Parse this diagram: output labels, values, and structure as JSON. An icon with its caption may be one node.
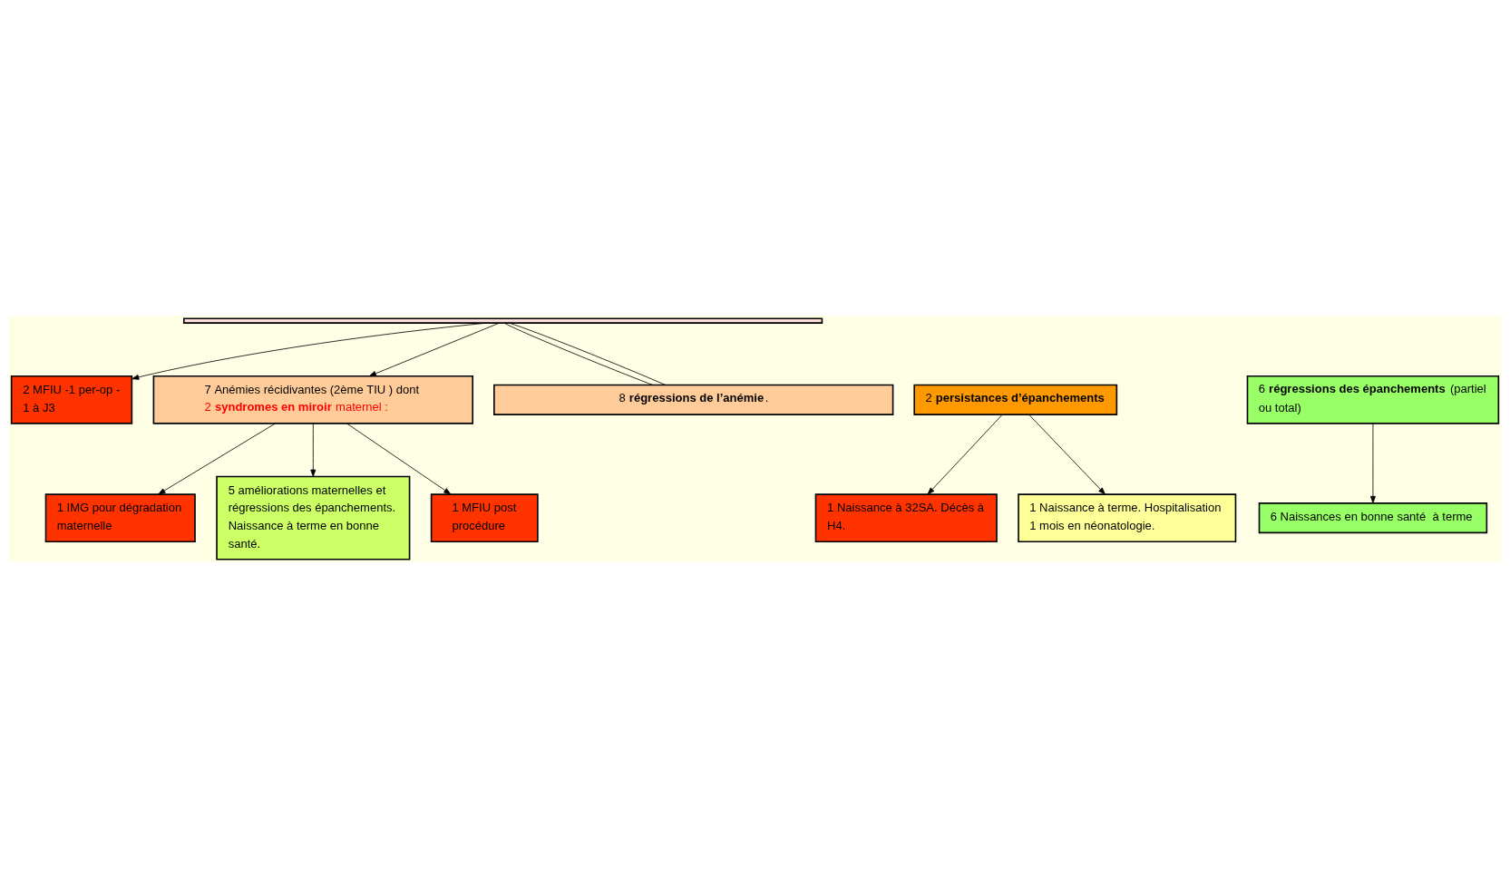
{
  "diagram": {
    "nodes": [
      {
        "text": [],
        "shape": "bar"
      },
      {
        "text": [
          "2 MFIU -1 per-op - 1 à J3"
        ]
      },
      {
        "text": [
          "7 Anémies récidivantes (2ème TIU ) dont",
          "2 **syndromes en miroir** maternel :"
        ]
      },
      {
        "text": [
          "1 IMG pour dégradation maternelle"
        ]
      },
      {
        "text": [
          "5 améliorations maternelles et régressions des épanchements. Naissance à terme en bonne santé."
        ]
      },
      {
        "text": [
          "1 MFIU post procédure"
        ]
      },
      {
        "text": [
          "8 **régressions de l’anémie**."
        ]
      },
      {
        "text": [
          "2 **persistances d’épanchements**"
        ]
      },
      {
        "text": [
          "6 **régressions des épanchements** (partiel ou total)"
        ]
      },
      {
        "text": [
          "1 Naissance à 32SA. Décès à H4."
        ]
      },
      {
        "text": [
          "1 Naissance à terme. Hospitalisation 1 mois en néonatologie."
        ]
      },
      {
        "text": [
          "6 Naissances en bonne santé  à terme"
        ]
      }
    ],
    "edges": [
      {
        "from": 0,
        "to": 2,
        "arrow": "to"
      },
      {
        "from": 0,
        "to": 1,
        "arrow": "to"
      },
      {
        "from": 0,
        "to": 6,
        "arrow": "none"
      },
      {
        "from": 0,
        "to": 6,
        "arrow": "none"
      },
      {
        "from": 2,
        "to": 3,
        "arrow": "to"
      },
      {
        "from": 2,
        "to": 5,
        "arrow": "to"
      },
      {
        "from": 2,
        "to": 4,
        "arrow": "to"
      },
      {
        "from": 7,
        "to": 9,
        "arrow": "to"
      },
      {
        "from": 7,
        "to": 10,
        "arrow": "to"
      },
      {
        "from": 8,
        "to": 11,
        "arrow": "to"
      }
    ]
  }
}
